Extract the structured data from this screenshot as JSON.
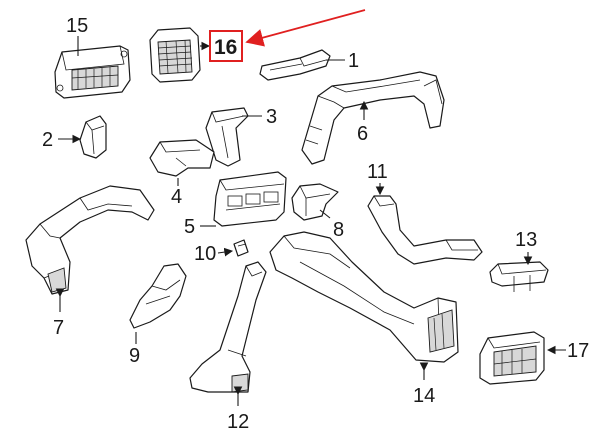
{
  "callouts": {
    "c1": "1",
    "c2": "2",
    "c3": "3",
    "c4": "4",
    "c5": "5",
    "c6": "6",
    "c7": "7",
    "c8": "8",
    "c9": "9",
    "c10": "10",
    "c11": "11",
    "c12": "12",
    "c13": "13",
    "c14": "14",
    "c15": "15",
    "c16": "16",
    "c17": "17"
  },
  "highlight": {
    "callout": "16",
    "box_color": "#e02020",
    "arrow_color": "#e02020"
  }
}
